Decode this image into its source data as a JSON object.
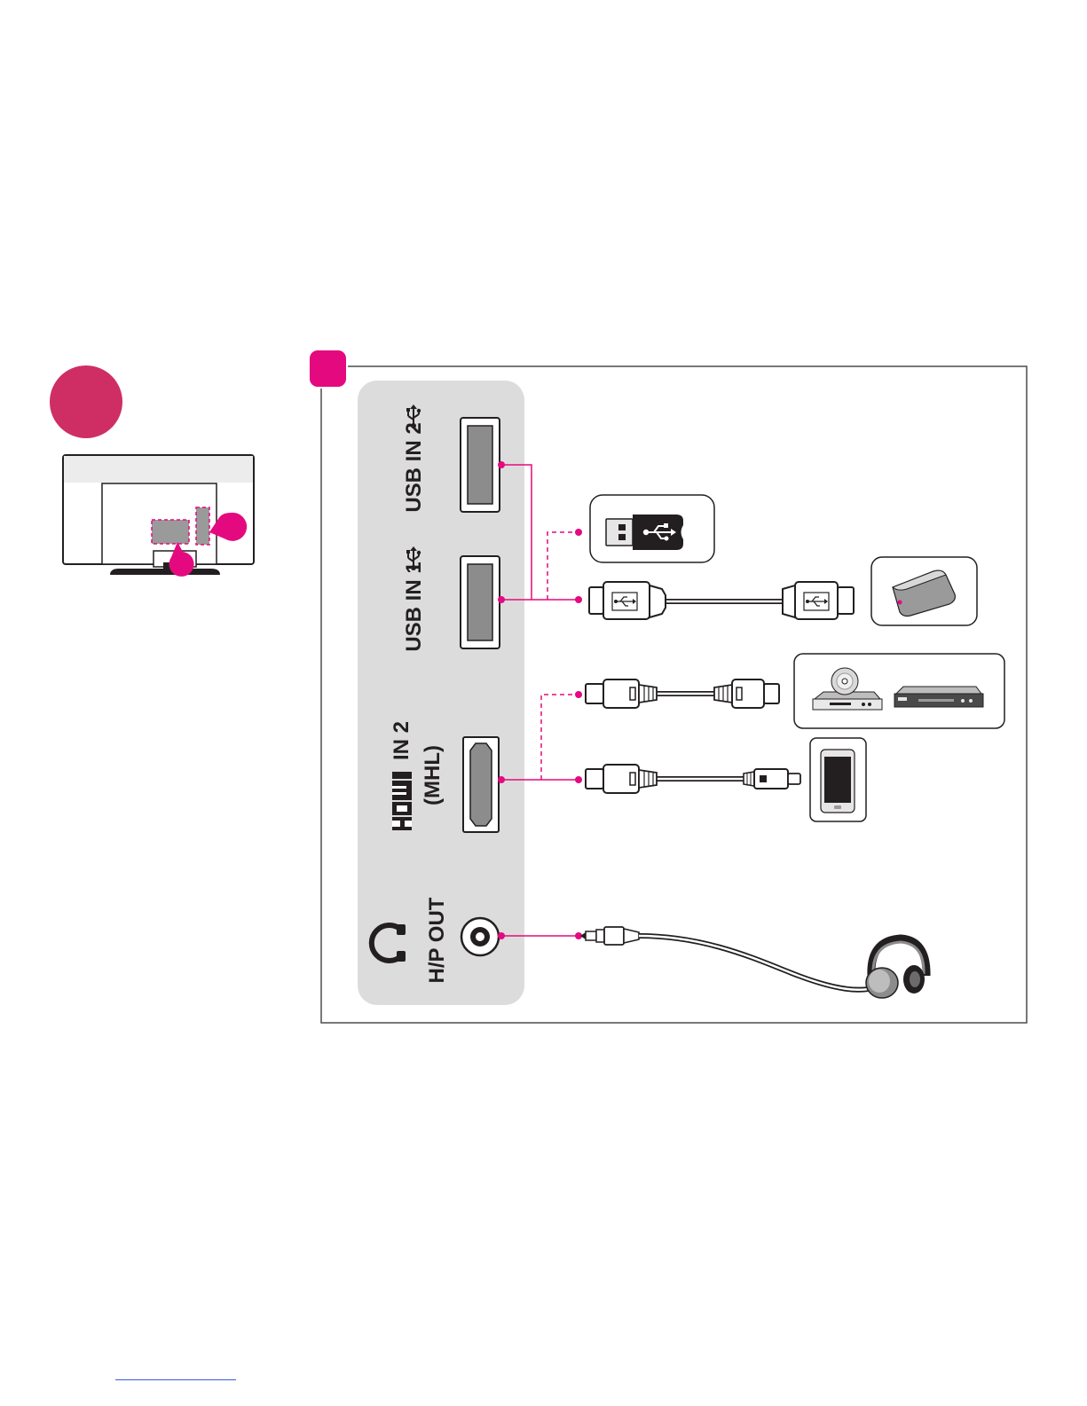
{
  "colors": {
    "accent": "#e5097f",
    "badge_rose": "#cf2e64",
    "panel_gray": "#dcdcdc",
    "port_gray": "#8c8c8c",
    "dark": "#231f20"
  },
  "ports": {
    "usb_in_2": "USB IN 2",
    "usb_in_1": "USB IN 1",
    "hdmi_in_2": "IN 2",
    "hdmi_mhl": "(MHL)",
    "hp_out": "H/P OUT"
  },
  "icons": [
    "usb-symbol-icon",
    "hdmi-logo-icon",
    "headphone-symbol-icon",
    "usb-flash-drive-icon",
    "external-hdd-icon",
    "dvd-player-icon",
    "set-top-box-icon",
    "smartphone-icon",
    "headphones-icon",
    "tv-rear-icon"
  ]
}
